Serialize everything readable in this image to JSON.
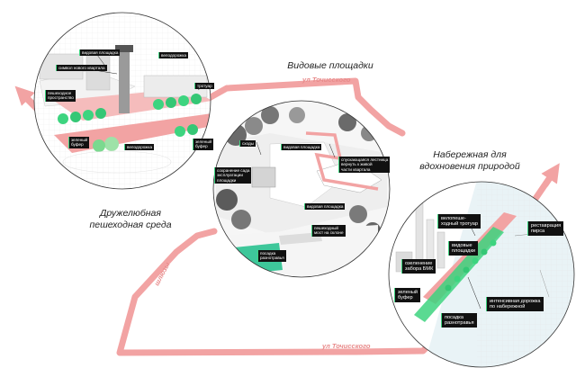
{
  "captions": {
    "friendly": "Дружелюбная\nпешеходная среда",
    "viewpoints": "Видовые площадки",
    "embankment": "Набережная для\nвдохновения природой"
  },
  "streets": {
    "top": "ул Точисского",
    "bottom": "ул Точисского",
    "locks": "шлюзы"
  },
  "circle1_labels": {
    "vid_platform": "видовая площадка",
    "pedestrian": "пешеходное\nпространство",
    "symbol": "символ нового квартала",
    "green_buffer": "зеленый\nбуфер",
    "bikeway": "велодорожка",
    "green_buffer2": "зеленый\nбуфер",
    "top_right": "велодорожка",
    "side": "тротуар"
  },
  "circle2_labels": {
    "stairs": "сходы",
    "vid_platform": "видовая площадка",
    "preservation": "сохранение сада\nэксплуатации\nплощадки",
    "descent": "спускающаяся лестница\nвернуть к живой\nчасти квартала",
    "vid_platform2": "видовая площадка",
    "slope": "пешеходный\nмост на склоне",
    "planting": "посадка\nразнотравья"
  },
  "circle3_labels": {
    "bike_walk": "велопеше-\nходный тротуар",
    "restoration": "реставрация\nпирса",
    "viewpoints": "видовые\nплощадки",
    "greening": "озеленение\nзабора БМК",
    "green_buffer": "зеленый\nбуфер",
    "promenade": "интенсивная дорожка\nпо набережной",
    "planting": "посадка\nразнотравья"
  },
  "colors": {
    "route": "#f2a3a3",
    "street_text": "#e88b8b",
    "greenery": "#3dd47f",
    "water": "#2ec4a0"
  }
}
